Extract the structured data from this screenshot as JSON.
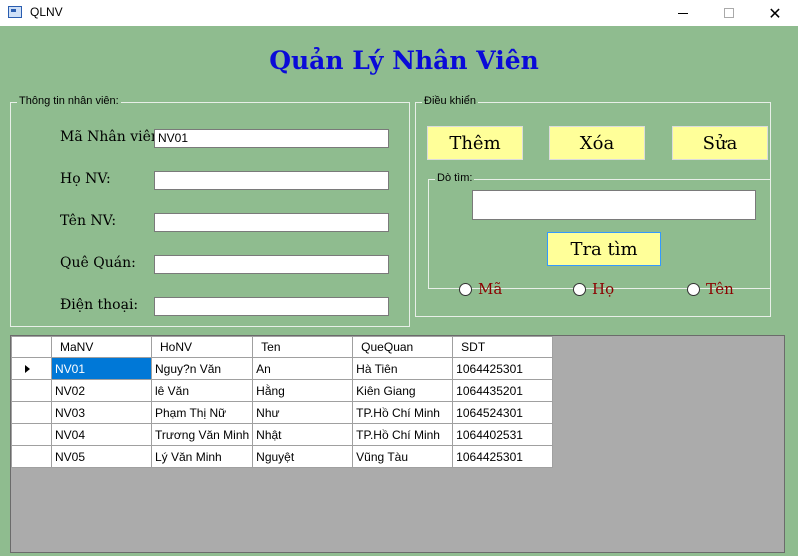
{
  "window": {
    "title": "QLNV"
  },
  "form_title": "Quản Lý Nhân Viên",
  "info_group": {
    "legend": "Thông tin nhân viên:",
    "fields": [
      {
        "label": "Mã Nhân viên:",
        "value": "NV01"
      },
      {
        "label": "Họ NV:",
        "value": ""
      },
      {
        "label": "Tên NV:",
        "value": ""
      },
      {
        "label": "Quê Quán:",
        "value": ""
      },
      {
        "label": "Điện thoại:",
        "value": ""
      }
    ]
  },
  "control_group": {
    "legend": "Điều khiển",
    "add_label": "Thêm",
    "delete_label": "Xóa",
    "edit_label": "Sửa",
    "search": {
      "legend": "Dò tìm:",
      "value": "",
      "button_label": "Tra tìm",
      "options": [
        "Mã",
        "Họ",
        "Tên"
      ]
    }
  },
  "grid": {
    "columns": [
      "MaNV",
      "HoNV",
      "Ten",
      "QueQuan",
      "SDT"
    ],
    "rows": [
      [
        "NV01",
        "Nguy?n Văn",
        "An",
        "Hà Tiên",
        "1064425301"
      ],
      [
        "NV02",
        "lê Văn",
        "Hằng",
        "Kiên Giang",
        "1064435201"
      ],
      [
        "NV03",
        "Phạm Thị Nữ",
        "Như",
        "TP.Hồ Chí Minh",
        "1064524301"
      ],
      [
        "NV04",
        "Trương Văn Minh",
        "Nhật",
        "TP.Hồ Chí Minh",
        "1064402531"
      ],
      [
        "NV05",
        "Lý Văn Minh",
        "Nguyệt",
        "Vũng Tàu",
        "1064425301"
      ]
    ],
    "selected_row": 0
  },
  "colors": {
    "form_background": "#8fbc8f",
    "title": "#0a0ad8",
    "button": "#ffff99",
    "radio_label": "#8b0000",
    "selection": "#0078d7"
  }
}
